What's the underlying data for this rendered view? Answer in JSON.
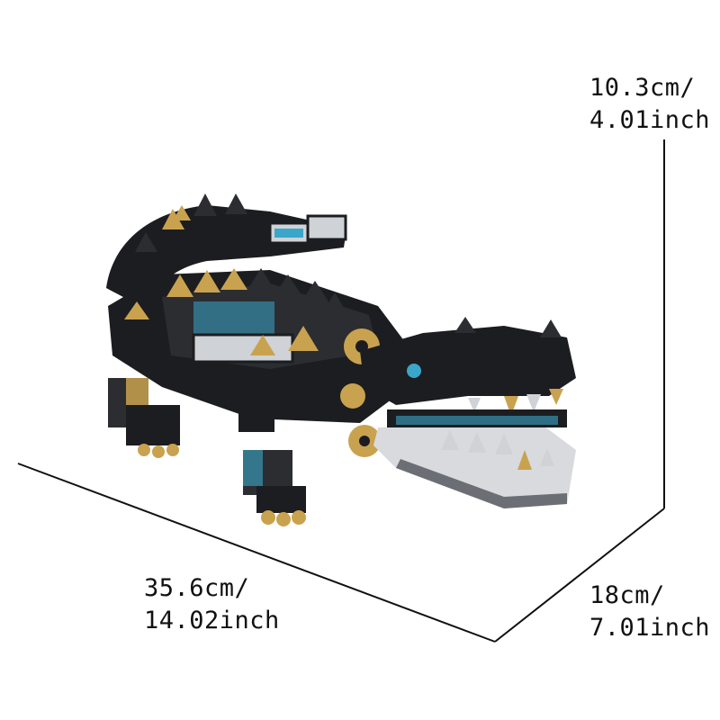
{
  "dimensions": {
    "height": {
      "metric": "10.3cm/",
      "imperial": "4.01inch"
    },
    "length": {
      "metric": "35.6cm/",
      "imperial": "14.02inch"
    },
    "depth": {
      "metric": "18cm/",
      "imperial": "7.01inch"
    }
  },
  "colors": {
    "line": "#111111",
    "brick_black": "#1c1d20",
    "brick_dark": "#2b2d31",
    "gold": "#c9a24f",
    "teal": "#3aa6c9",
    "silver": "#cfd2d6"
  },
  "subject": "crocodile-brick-model"
}
